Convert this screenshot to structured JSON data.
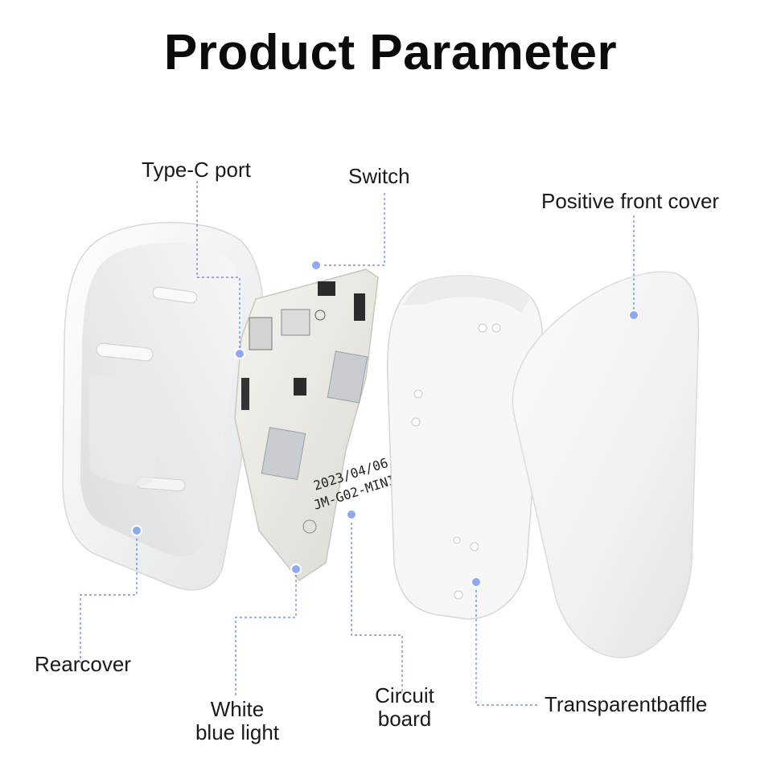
{
  "title": "Product Parameter",
  "labels": {
    "type_c_port": "Type-C port",
    "switch": "Switch",
    "positive_front_cover": "Positive front cover",
    "rearcover": "Rearcover",
    "white_blue_light_line1": "White",
    "white_blue_light_line2": "blue light",
    "circuit_board_line1": "Circuit",
    "circuit_board_line2": "board",
    "transparent_baffle": "Transparentbaffle"
  },
  "pcb_print": {
    "date": "2023/04/06",
    "model": "JM-G02-MINI"
  },
  "colors": {
    "leader_line": "#5b7fd0",
    "marker_dot": "#8fa9ee",
    "shell": "#f1f1f3",
    "pcb": "#ecebe6"
  }
}
